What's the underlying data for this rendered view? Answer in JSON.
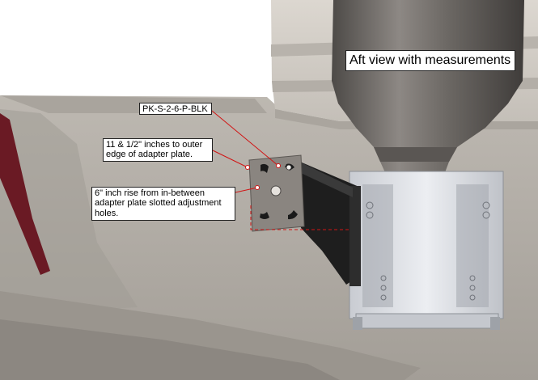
{
  "title": "Aft view with measurements",
  "callouts": {
    "part_number": "PK-S-2-6-P-BLK",
    "dimension_outer_edge": "11 & 1/2\" inches to outer edge of adapter plate.",
    "dimension_rise": "6\" inch rise from in-between adapter plate slotted adjustment holes."
  },
  "colors": {
    "hull": "#b5b0aa",
    "hull_dark": "#8f8a84",
    "deck": "#d6d1cb",
    "motor": "#6e6a66",
    "bracket": "#1e1e1e",
    "plate": "#8a8580",
    "jack_plate": "#d9dbe0",
    "leader": "#d11414",
    "stripe": "#6a1a24"
  }
}
